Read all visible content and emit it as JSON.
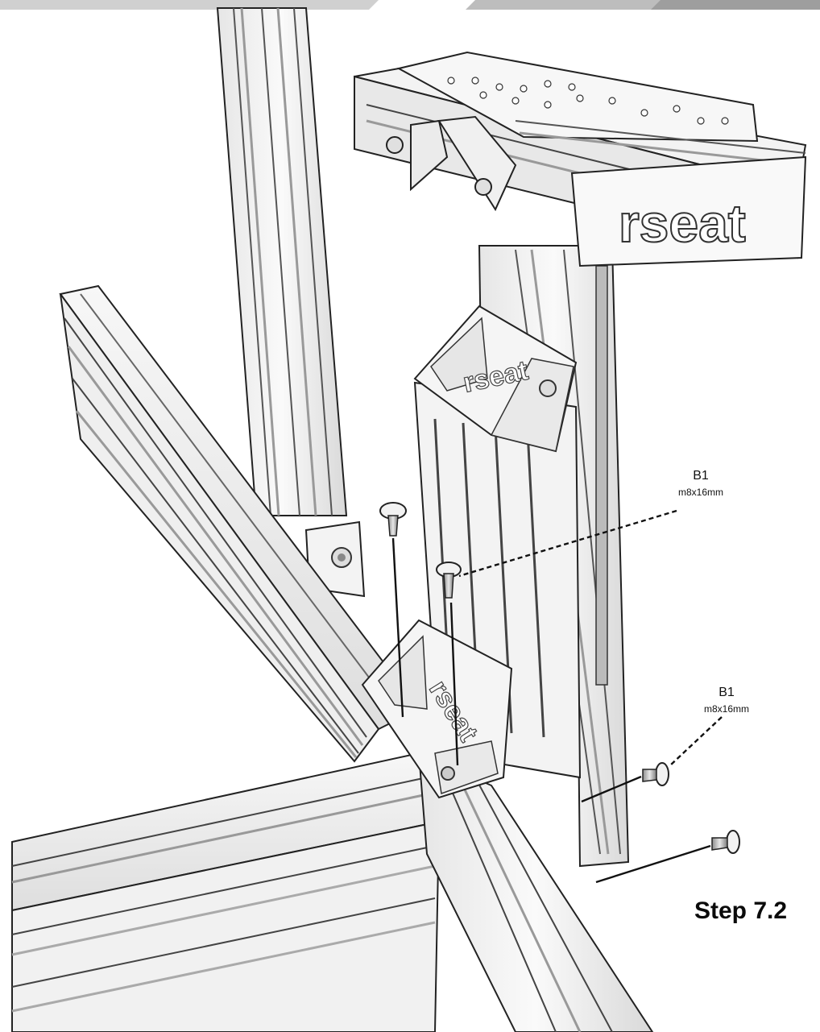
{
  "step": {
    "label": "Step 7.2"
  },
  "callouts": [
    {
      "code": "B1",
      "spec": "m8x16mm"
    },
    {
      "code": "B1",
      "spec": "m8x16mm"
    }
  ],
  "logos": {
    "brand": "rseat"
  },
  "colors": {
    "line": "#1a1a1a",
    "profile_light": "#f4f4f4",
    "profile_mid": "#dcdcdc",
    "profile_dark": "#9a9a9a",
    "header_bar": "#bdbdbd"
  }
}
